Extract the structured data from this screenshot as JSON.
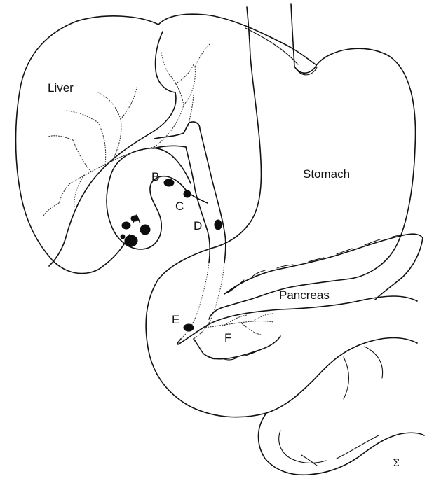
{
  "labels": {
    "liver": "Liver",
    "stomach": "Stomach",
    "pancreas": "Pancreas",
    "a": "A",
    "b": "B",
    "c": "C",
    "d": "D",
    "e": "E",
    "f": "F"
  },
  "signature": "Σ"
}
